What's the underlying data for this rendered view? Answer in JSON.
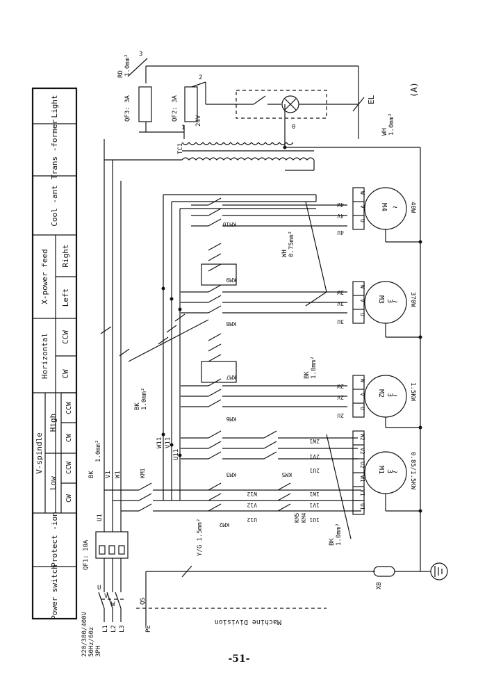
{
  "table": {
    "power_switch": "Power switch",
    "protection": "Protect -ion",
    "v_spindle": "V-spindle",
    "low": "Low",
    "high": "High",
    "cw": "CW",
    "ccw": "CCW",
    "horizontal": "Horizontal",
    "x_power_feed": "X-power feed",
    "left": "Left",
    "right": "Right",
    "coolant": "Cool -ant",
    "transformer": "Trans -former",
    "light": "Light"
  },
  "supply": {
    "voltage": "220/380/400V",
    "freq": "50Hz/60z",
    "phase": "3PH",
    "l1": "L1",
    "l2": "L2",
    "l3": "L3",
    "pe": "PE",
    "qs": "QS",
    "u": "U",
    "v": "V",
    "w": "W"
  },
  "labels": {
    "qf1": "QF1: 10A",
    "qf2": "QF2: 3A",
    "qf3": "QF3: 3A",
    "tc1": "TC1",
    "rd": "RD",
    "rd_wire": "1.0mm²",
    "el": "EL",
    "wh": "WH",
    "wh_wire": "1.0mm²",
    "v24": "24V",
    "zero": "0",
    "n1": "1",
    "n2": "2",
    "n3": "3",
    "corner": "(A)",
    "bk": "BK",
    "bk_wire": "1.0mm²",
    "bk_wire2": "1.0mm²",
    "bk_wire3": "1.0mm²",
    "bk_wire4": "1.0mm²",
    "wh2": "WH",
    "wh2_wire": "0.75mm²",
    "yg_wire": "Y/G 1.5mm²",
    "u1": "U1",
    "v1": "V1",
    "w1": "W1",
    "u11": "U11",
    "v11": "V11",
    "w11": "W11",
    "u12": "U12",
    "v12": "V12",
    "w12": "W12",
    "1u1": "1U1",
    "1v1": "1V1",
    "1w1": "1W1",
    "2u1": "2U1",
    "2v1": "2V1",
    "2w1": "2W1",
    "2u": "2U",
    "2v": "2V",
    "2w": "2W",
    "3u": "3U",
    "3v": "3V",
    "3w": "3W",
    "4u": "4U",
    "4v": "4V",
    "4w": "4W",
    "km1": "KM1",
    "km2": "KM2",
    "km3": "KM3",
    "km4": "KM4",
    "km5": "KM5",
    "km6": "KM6",
    "km7": "KM7",
    "km8": "KM8",
    "km9": "KM9",
    "km10": "KM10",
    "xb": "XB",
    "machine_division": "Machine Division"
  },
  "motors": [
    {
      "name": "M1",
      "phase": "3",
      "rating": "0.85/1.5KW",
      "t1": "U1",
      "t2": "V1",
      "t3": "W1",
      "t4": "U2",
      "t5": "V2",
      "t6": "W2"
    },
    {
      "name": "M2",
      "phase": "3",
      "rating": "1.5KW",
      "t1": "U",
      "t2": "V",
      "t3": "W"
    },
    {
      "name": "M3",
      "phase": "3",
      "rating": "370W",
      "t1": "U",
      "t2": "V",
      "t3": "W"
    },
    {
      "name": "M4",
      "phase": "",
      "rating": "40W",
      "t1": "U",
      "t2": "V",
      "t3": "W"
    }
  ],
  "page_number": "-51-"
}
